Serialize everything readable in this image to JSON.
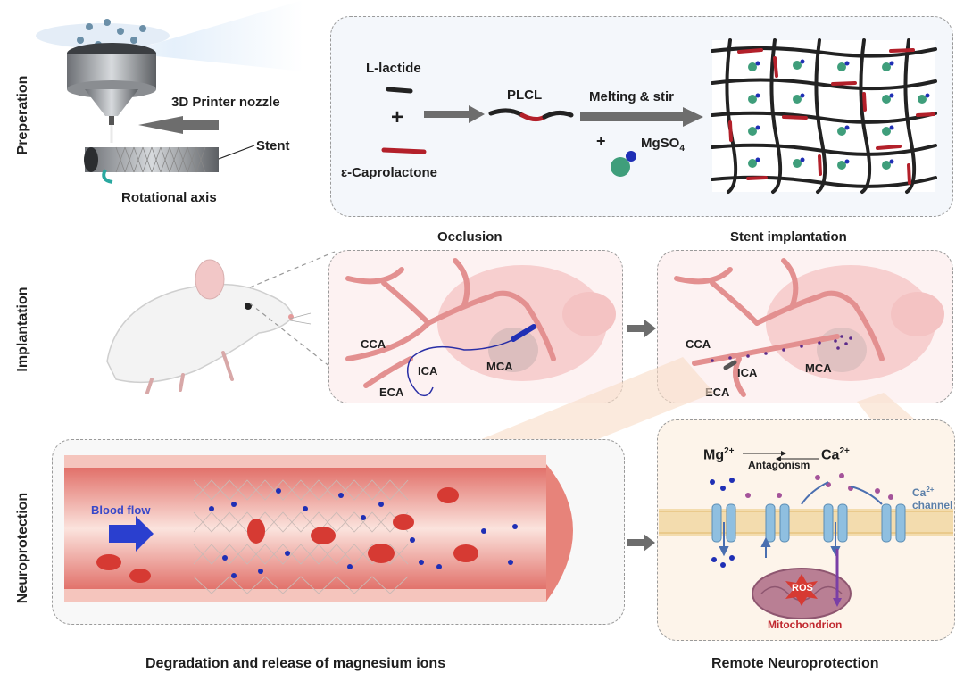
{
  "rows": {
    "preparation": "Preperation",
    "implantation": "Implantation",
    "neuroprotection": "Neuroprotection"
  },
  "printer": {
    "nozzle_label": "3D Printer nozzle",
    "stent_label": "Stent",
    "axis_label": "Rotational axis"
  },
  "synthesis": {
    "monomer1": "L-lactide",
    "plus": "+",
    "monomer2": "ε-Caprolactone",
    "polymer": "PLCL",
    "process": "Melting & stir",
    "additive_plus": "+",
    "additive": "MgSO",
    "additive_sub": "4"
  },
  "implantation": {
    "occlusion_title": "Occlusion",
    "stent_title": "Stent implantation",
    "cca": "CCA",
    "ica": "ICA",
    "eca": "ECA",
    "mca": "MCA"
  },
  "neuro": {
    "blood_flow": "Blood flow",
    "degradation_caption": "Degradation and release of magnesium ions",
    "remote_caption": "Remote Neuroprotection",
    "mg": "Mg",
    "mg_sup": "2+",
    "ca": "Ca",
    "ca_sup": "2+",
    "antagonism": "Antagonism",
    "channel_ca": "Ca",
    "channel_sup": "2+",
    "channel_word": "channel",
    "ros": "ROS",
    "mitochondrion": "Mitochondrion"
  },
  "colors": {
    "panel_border": "#9a9a9a",
    "polymer_red": "#b3202a",
    "polymer_black": "#222222",
    "mg_blue": "#1f2fb5",
    "ca_purple": "#a4539a",
    "vessel_red": "#d9443f",
    "channel_blue": "#8fbfe0"
  }
}
